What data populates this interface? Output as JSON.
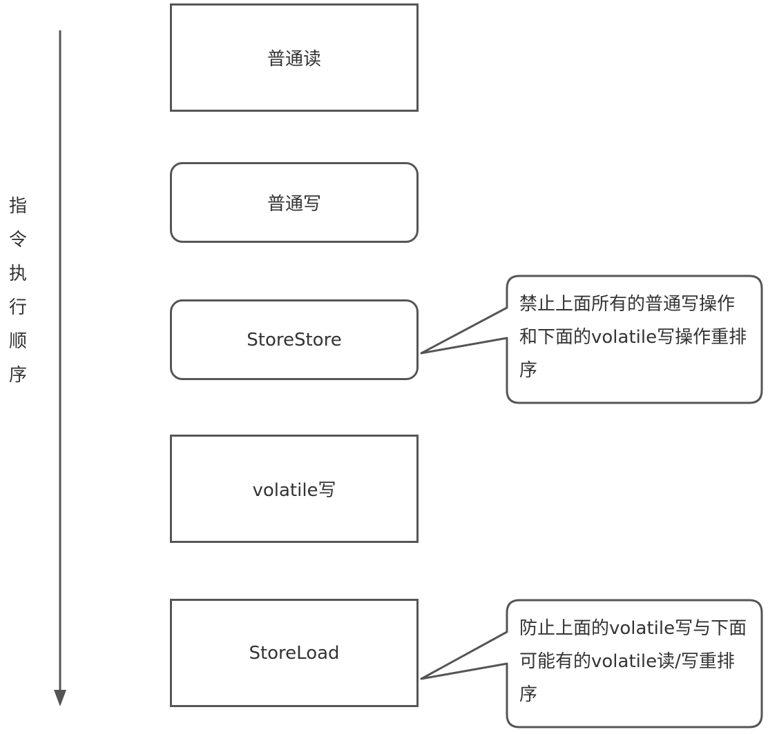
{
  "execution_order_label": [
    "指",
    "令",
    "执",
    "行",
    "顺",
    "序"
  ],
  "nodes": {
    "normal_read": "普通读",
    "normal_write": "普通写",
    "store_store": "StoreStore",
    "volatile_write": "volatile写",
    "store_load": "StoreLoad"
  },
  "callouts": {
    "store_store_note": [
      "禁止上面所有的普通写操作",
      "和下面的volatile写操作重排",
      "序"
    ],
    "store_load_note": [
      "防止上面的volatile写与下面",
      "可能有的volatile读/写重排",
      "序"
    ]
  },
  "colors": {
    "stroke": "#555555",
    "text": "#333333"
  }
}
